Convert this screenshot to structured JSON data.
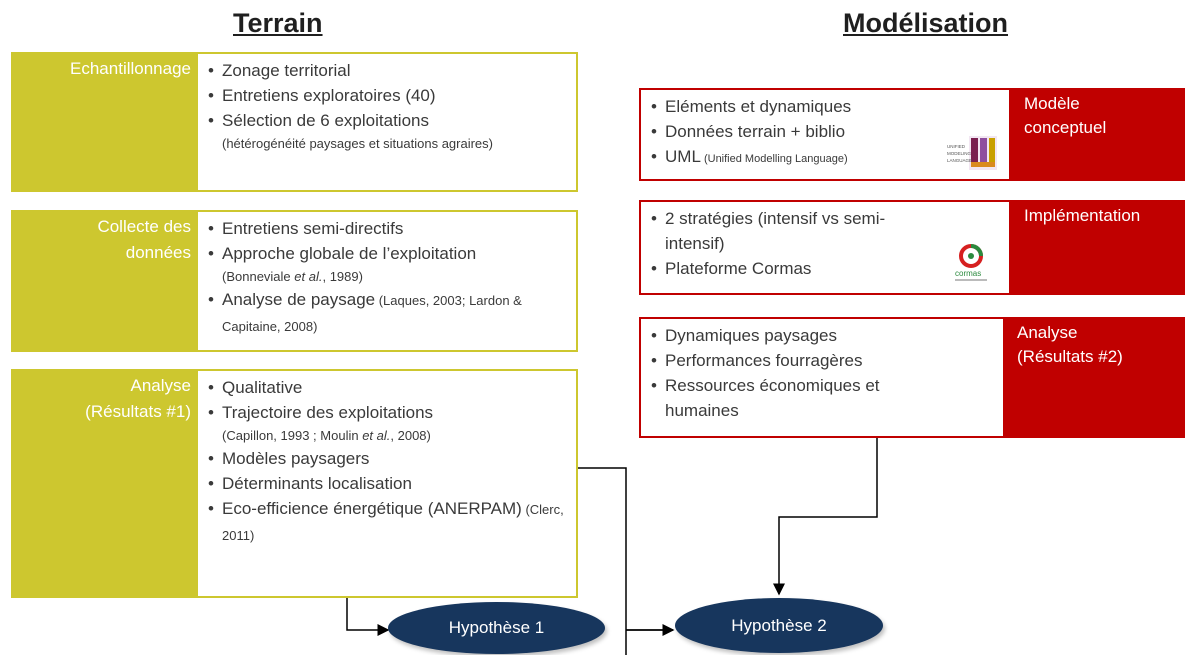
{
  "headings": {
    "terrain": "Terrain",
    "modelisation": "Modélisation"
  },
  "terrain": {
    "echantillonnage": {
      "label": "Echantillonnage",
      "items": [
        "Zonage territorial",
        "Entretiens exploratoires (40)",
        "Sélection de 6 exploitations"
      ],
      "note": "(hétérogénéité paysages et situations agraires)"
    },
    "collecte": {
      "label_line1": "Collecte des",
      "label_line2": "données",
      "items": [
        "Entretiens semi-directifs",
        "Approche globale de l’exploitation"
      ],
      "cite1_pre": "(Bonneviale ",
      "cite1_etal": "et al.",
      "cite1_post": ", 1989)",
      "item3": "Analyse de paysage",
      "item3_cite": " (Laques, 2003; Lardon & Capitaine, 2008)"
    },
    "analyse": {
      "label_line1": "Analyse",
      "label_line2": "(Résultats #1)",
      "item1": "Qualitative",
      "item2": "Trajectoire des exploitations",
      "cite_pre": "(Capillon, 1993 ; Moulin ",
      "cite_etal": "et al.",
      "cite_post": ", 2008)",
      "item3": "Modèles paysagers",
      "item4": "Déterminants localisation",
      "item5": "Eco-efficience énergétique (ANERPAM)",
      "item5_cite": " (Clerc, 2011)"
    }
  },
  "modelisation": {
    "conceptuel": {
      "label_line1": "Modèle",
      "label_line2": "conceptuel",
      "items": [
        "Eléments et dynamiques",
        "Données terrain + biblio"
      ],
      "item3": "UML",
      "item3_small": " (Unified Modelling Language)",
      "logo_text": "UNIFIED MODELING LANGUAGE"
    },
    "implementation": {
      "label": "Implémentation",
      "items": [
        "2 stratégies (intensif vs semi-intensif)",
        "Plateforme Cormas"
      ],
      "logo_text": "cormas"
    },
    "analyse": {
      "label_line1": "Analyse",
      "label_line2": "(Résultats #2)",
      "items": [
        "Dynamiques paysages",
        "Performances fourragères",
        "Ressources économiques et humaines"
      ]
    }
  },
  "hypotheses": {
    "h1": "Hypothèse 1",
    "h2": "Hypothèse 2"
  },
  "colors": {
    "yellow": "#cdc72f",
    "red": "#c00000",
    "navy": "#17365d"
  }
}
